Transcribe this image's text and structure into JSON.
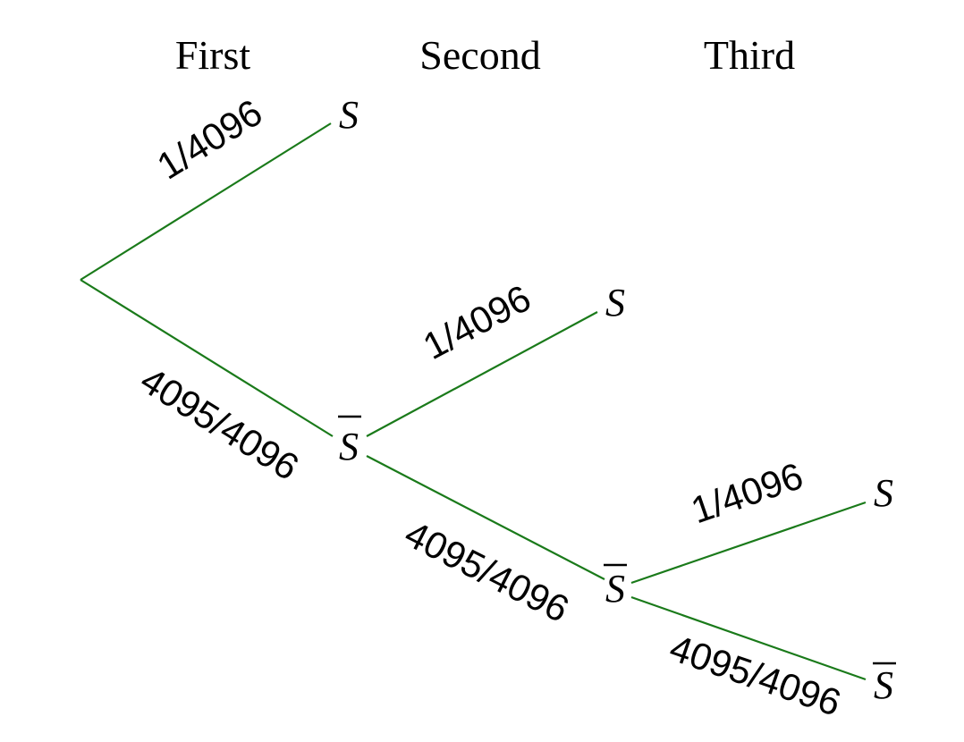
{
  "headers": {
    "first": "First",
    "second": "Second",
    "third": "Third"
  },
  "nodes": {
    "success": "S",
    "failure": "S"
  },
  "probabilities": {
    "success": "1/4096",
    "failure": "4095/4096"
  },
  "colors": {
    "branch": "#1a7a1a"
  }
}
